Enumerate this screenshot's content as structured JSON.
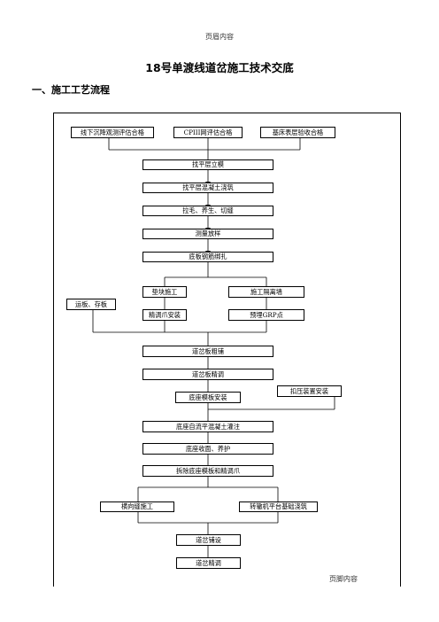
{
  "header": "页眉内容",
  "footer": "页脚内容",
  "title": "18号单渡线道岔施工技术交底",
  "section_heading": "一、施工工艺流程",
  "flow": {
    "top_row": [
      "线下沉降观测评估合格",
      "CPIII网评估合格",
      "基床表层验收合格"
    ],
    "main_steps": [
      "找平层立模",
      "找平层混凝土浇筑",
      "拉毛、养生、切缝",
      "测量放样",
      "底板钢筋绑扎"
    ],
    "side_left": "运板、存板",
    "branch_left": [
      "垫块施工",
      "精调爪安装"
    ],
    "branch_right": [
      "施工隔离墙",
      "预埋GRP点"
    ],
    "mid_steps": [
      "道岔板粗铺",
      "道岔板精调",
      "底座模板安装"
    ],
    "side_right": "扣压装置安装",
    "lower_steps": [
      "底座自流平混凝土灌注",
      "底座收面、养护",
      "拆除底座模板和精调爪"
    ],
    "split_left": "横向缝施工",
    "split_right": "转辙机平台基础浇筑",
    "final_steps": [
      "道岔铺设",
      "道岔精调"
    ]
  }
}
